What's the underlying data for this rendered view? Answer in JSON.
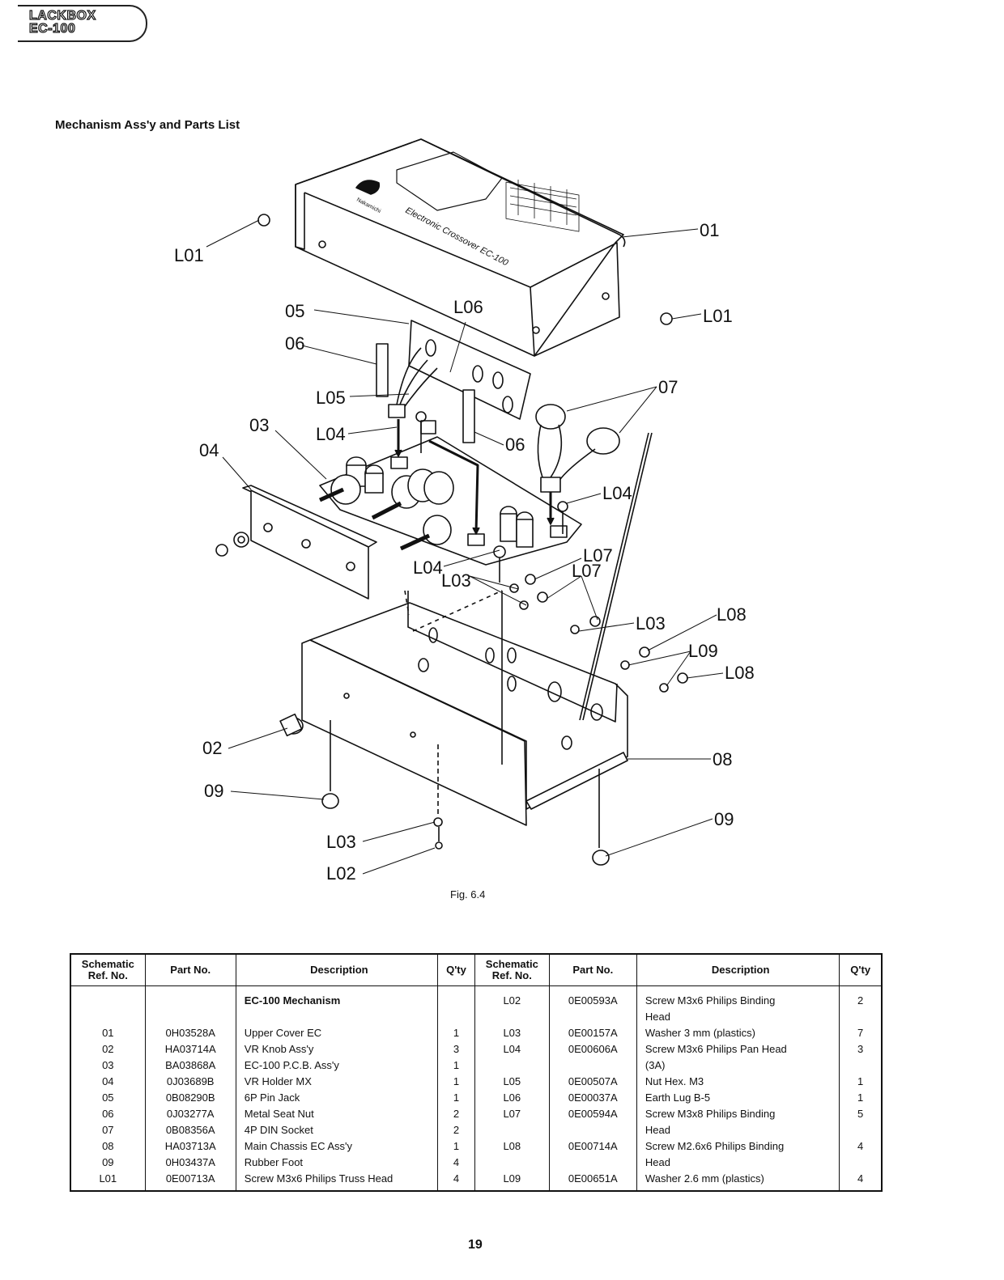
{
  "header": {
    "logo_line1": "LACKBOX",
    "logo_line2": "EC-100",
    "section_title": "Mechanism Ass'y and Parts List"
  },
  "diagram": {
    "cover_brand": "Nakamichi",
    "cover_text": "Electronic Crossover  EC-100",
    "callouts": [
      "L01",
      "01",
      "L01",
      "05",
      "L06",
      "06",
      "L05",
      "07",
      "03",
      "L04",
      "06",
      "04",
      "L04",
      "L04",
      "L07",
      "L07",
      "L03",
      "L03",
      "L08",
      "L09",
      "L08",
      "02",
      "08",
      "09",
      "09",
      "L03",
      "L02"
    ],
    "caption": "Fig. 6.4"
  },
  "table": {
    "headers": {
      "ref": "Schematic Ref. No.",
      "ref_line1": "Schematic",
      "ref_line2": "Ref. No.",
      "part": "Part No.",
      "desc": "Description",
      "qty": "Q'ty"
    },
    "left": {
      "group_title": "EC-100 Mechanism",
      "rows": [
        {
          "ref": "01",
          "part": "0H03528A",
          "desc": "Upper Cover EC",
          "qty": "1"
        },
        {
          "ref": "02",
          "part": "HA03714A",
          "desc": "VR Knob Ass'y",
          "qty": "3"
        },
        {
          "ref": "03",
          "part": "BA03868A",
          "desc": "EC-100 P.C.B. Ass'y",
          "qty": "1"
        },
        {
          "ref": "04",
          "part": "0J03689B",
          "desc": "VR Holder MX",
          "qty": "1"
        },
        {
          "ref": "05",
          "part": "0B08290B",
          "desc": "6P Pin Jack",
          "qty": "1"
        },
        {
          "ref": "06",
          "part": "0J03277A",
          "desc": "Metal Seat Nut",
          "qty": "2"
        },
        {
          "ref": "07",
          "part": "0B08356A",
          "desc": "4P DIN Socket",
          "qty": "2"
        },
        {
          "ref": "08",
          "part": "HA03713A",
          "desc": "Main Chassis EC Ass'y",
          "qty": "1"
        },
        {
          "ref": "09",
          "part": "0H03437A",
          "desc": "Rubber Foot",
          "qty": "4"
        },
        {
          "ref": "L01",
          "part": "0E00713A",
          "desc": "Screw M3x6 Philips Truss Head",
          "qty": "4"
        }
      ]
    },
    "right": {
      "rows": [
        {
          "ref": "L02",
          "part": "0E00593A",
          "desc": "Screw M3x6 Philips Binding",
          "qty": "2"
        },
        {
          "ref": "",
          "part": "",
          "desc": "Head",
          "qty": ""
        },
        {
          "ref": "L03",
          "part": "0E00157A",
          "desc": "Washer 3 mm (plastics)",
          "qty": "7"
        },
        {
          "ref": "L04",
          "part": "0E00606A",
          "desc": "Screw M3x6 Philips Pan Head",
          "qty": "3"
        },
        {
          "ref": "",
          "part": "",
          "desc": "(3A)",
          "qty": ""
        },
        {
          "ref": "L05",
          "part": "0E00507A",
          "desc": "Nut Hex. M3",
          "qty": "1"
        },
        {
          "ref": "L06",
          "part": "0E00037A",
          "desc": "Earth Lug B-5",
          "qty": "1"
        },
        {
          "ref": "L07",
          "part": "0E00594A",
          "desc": "Screw M3x8 Philips Binding",
          "qty": "5"
        },
        {
          "ref": "",
          "part": "",
          "desc": "Head",
          "qty": ""
        },
        {
          "ref": "L08",
          "part": "0E00714A",
          "desc": "Screw M2.6x6 Philips Binding",
          "qty": "4"
        },
        {
          "ref": "",
          "part": "",
          "desc": "Head",
          "qty": ""
        },
        {
          "ref": "L09",
          "part": "0E00651A",
          "desc": "Washer 2.6 mm (plastics)",
          "qty": "4"
        }
      ]
    }
  },
  "footer": {
    "page_number": "19"
  }
}
